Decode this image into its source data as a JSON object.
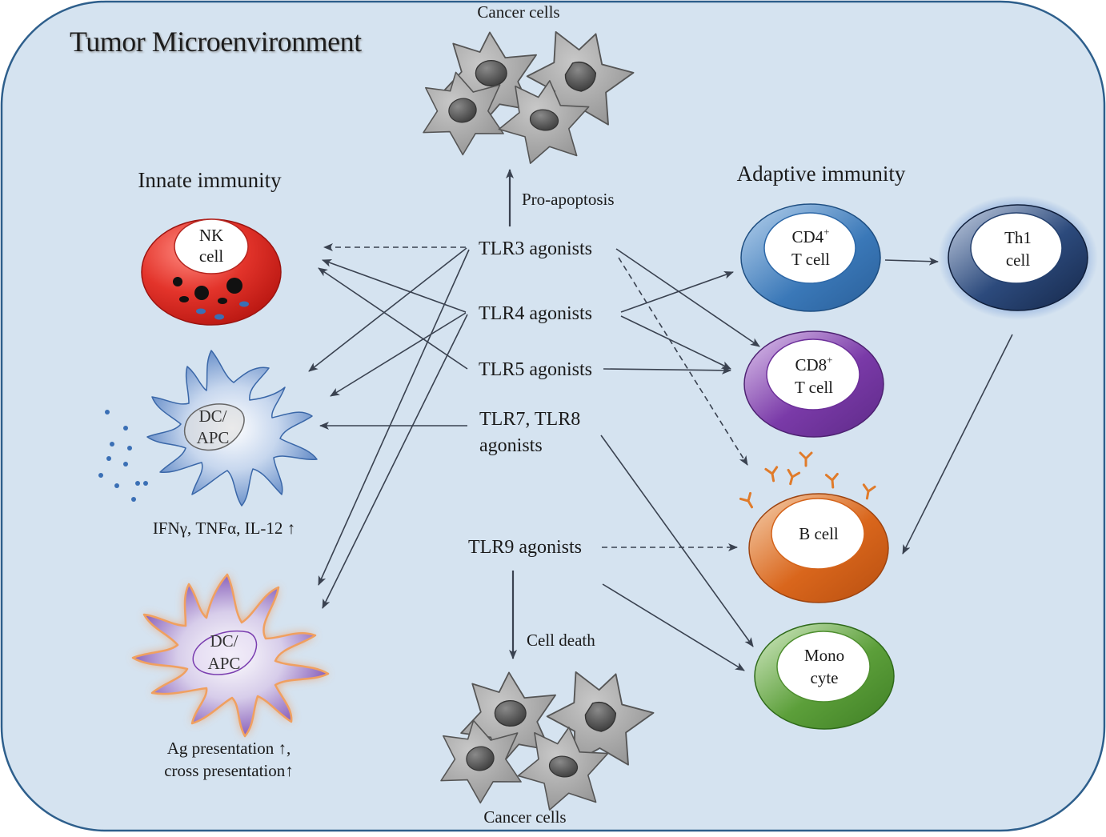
{
  "diagram": {
    "title": "Tumor Microenvironment",
    "innate_heading": "Innate immunity",
    "adaptive_heading": "Adaptive immunity",
    "cancer_cells_top": "Cancer cells",
    "cancer_cells_bottom": "Cancer cells",
    "pro_apoptosis": "Pro-apoptosis",
    "cell_death": "Cell death",
    "agonists": {
      "tlr3": "TLR3 agonists",
      "tlr4": "TLR4 agonists",
      "tlr5": "TLR5 agonists",
      "tlr78_line1": "TLR7, TLR8",
      "tlr78_line2": "agonists",
      "tlr9": "TLR9 agonists"
    },
    "cells": {
      "nk_line1": "NK",
      "nk_line2": "cell",
      "dc1_line1": "DC/",
      "dc1_line2": "APC",
      "dc2_line1": "DC/",
      "dc2_line2": "APC",
      "cd4_main": "CD4",
      "cd4_sup": "+",
      "cd4_line2": "T cell",
      "cd8_main": "CD8",
      "cd8_sup": "+",
      "cd8_line2": "T cell",
      "th1_line1": "Th1",
      "th1_line2": "cell",
      "bcell": "B cell",
      "mono_line1": "Mono",
      "mono_line2": "cyte"
    },
    "cytokines_caption": "IFNγ, TNFα, IL-12 ↑",
    "ag_caption_line1": "Ag presentation ↑,",
    "ag_caption_line2": "cross presentation↑"
  },
  "colors": {
    "background": "#d5e3f0",
    "border": "#2e5f8c",
    "nk": "#d7261e",
    "dc_blue": "#5b86c4",
    "dc_purple": "#7b3fb0",
    "dc_orange_glow": "#f39a5a",
    "cd4": "#3a78b8",
    "cd8": "#7a3aa8",
    "th1": "#1f3560",
    "bcell": "#d4631a",
    "monocyte": "#5c9f3a",
    "antibody": "#e07b2a",
    "arrow": "#3a4250",
    "cancer_cell": "#9a9a9a"
  }
}
